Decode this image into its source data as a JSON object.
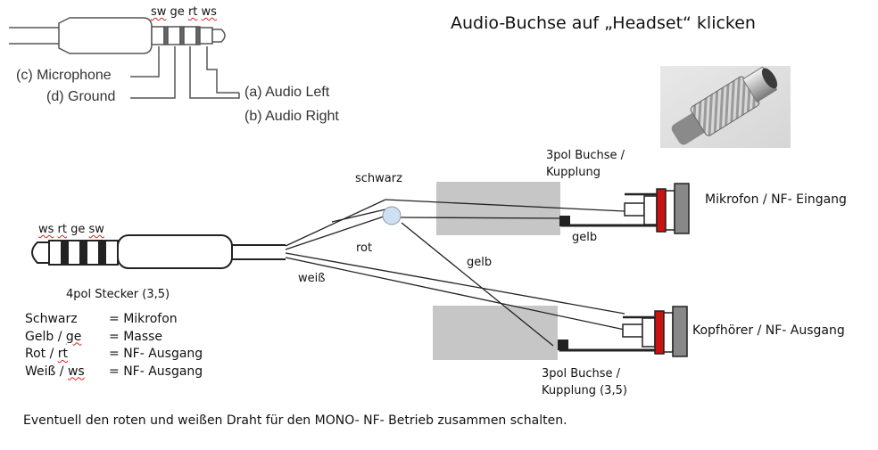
{
  "title": "Audio-Buchse auf „Headset“ klicken",
  "top_plug": {
    "ring_codes": [
      "sw",
      "ge",
      "rt",
      "ws"
    ],
    "pins": [
      {
        "label": "(c) Microphone"
      },
      {
        "label": "(d) Ground"
      },
      {
        "label": "(a) Audio Left"
      },
      {
        "label": "(b) Audio Right"
      }
    ]
  },
  "main_plug": {
    "ring_codes": [
      "ws",
      "rt",
      "ge",
      "sw"
    ],
    "caption": "4pol Stecker  (3,5)"
  },
  "wires": {
    "black": "schwarz",
    "red": "rot",
    "yellow": "gelb",
    "white": "weiß",
    "yellow_upper": "gelb"
  },
  "socket_top": {
    "caption_line1": "3pol Buchse /",
    "caption_line2": "Kupplung",
    "function": "Mikrofon / NF- Eingang"
  },
  "socket_bottom": {
    "caption_line1": "3pol Buchse /",
    "caption_line2": "Kupplung (3,5)",
    "function": "Kopfhörer / NF- Ausgang"
  },
  "legend": [
    {
      "key": "Schwarz",
      "sep": "=",
      "value": "Mikrofon"
    },
    {
      "key_a": "Gelb / ",
      "key_b": "ge",
      "sep": "=",
      "value": "Masse"
    },
    {
      "key_a": "Rot / ",
      "key_b": "rt",
      "sep": "=",
      "value": "NF- Ausgang"
    },
    {
      "key_a": "Weiß / ",
      "key_b": "ws",
      "sep": "=",
      "value": "NF- Ausgang"
    }
  ],
  "footnote": "Eventuell den roten und weißen Draht für den MONO- NF- Betrieb zusammen schalten.",
  "colors": {
    "socket_red": "#cc1111",
    "block_gray": "#c6c6c6",
    "node_fill": "#cfe0f2"
  }
}
